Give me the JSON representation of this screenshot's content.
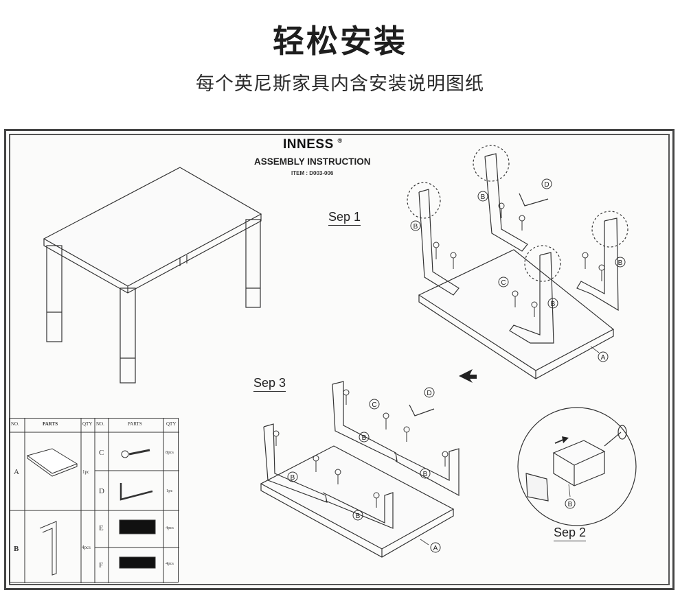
{
  "header": {
    "title": "轻松安装",
    "subtitle": "每个英尼斯家具内含安装说明图纸"
  },
  "sheet": {
    "brand": "INNESS",
    "registered_mark": "®",
    "title": "ASSEMBLY INSTRUCTION",
    "item": "ITEM : D003-006"
  },
  "steps": {
    "step1": "Sep 1",
    "step2": "Sep 2",
    "step3": "Sep 3"
  },
  "callouts": {
    "a": "A",
    "b": "B",
    "c": "C",
    "d": "D"
  },
  "parts_table": {
    "headers": {
      "no": "NO.",
      "parts": "PARTS",
      "qty": "QTY"
    },
    "rows": [
      {
        "no": "A",
        "qty": "1pc"
      },
      {
        "no": "B",
        "qty": "4pcs"
      },
      {
        "no": "C",
        "qty": "8pcs"
      },
      {
        "no": "D",
        "qty": "1pc"
      },
      {
        "no": "E",
        "qty": "4pcs"
      },
      {
        "no": "F",
        "qty": "4pcs"
      }
    ]
  }
}
